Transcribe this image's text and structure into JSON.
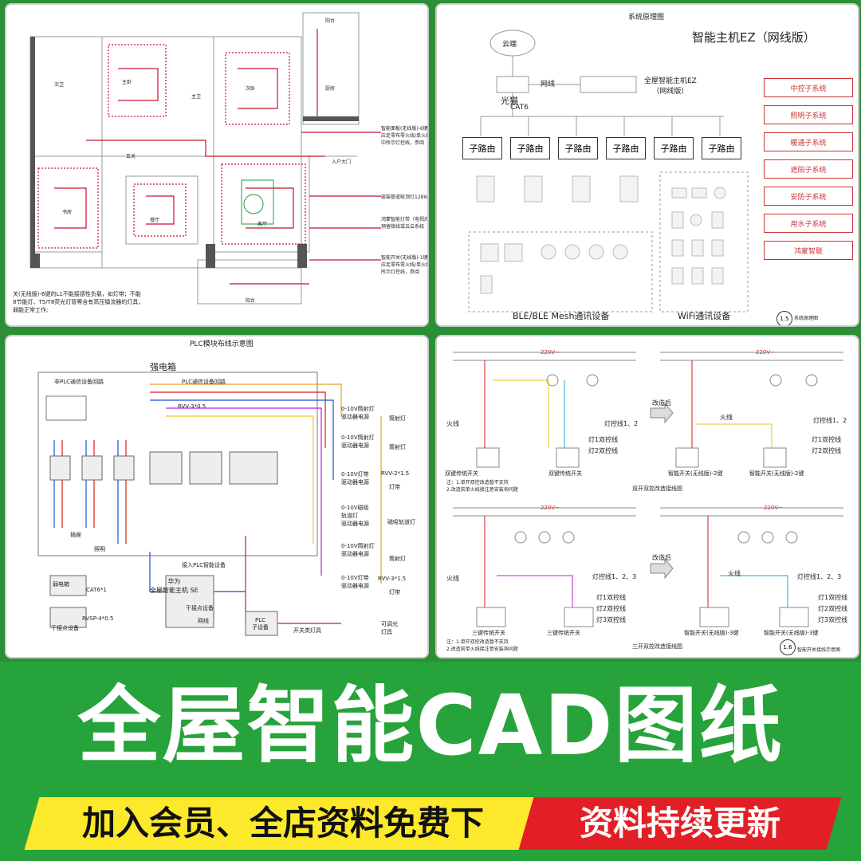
{
  "panel1": {
    "annotation1": "智能面板(无线版)-6键：\n应走零布零火线/单火线+\n中所示灯控线，参阅",
    "annotation2": "嵌装管道吸顶灯128W",
    "annotation3": "鸿蒙智能灯带（电视后灯带\n预留接线或云云系统",
    "annotation4": "智能开关(无线版)-1键：\n应走零布零火线/单火线+\n所示灯控线，参阅",
    "note": "关(无线版)-6键的L1不能接感性负载，如灯带；不能\n8节能灯、T5/T8荧光灯管等含有高压镇流器的灯具，\n弱能正常工作;",
    "rooms": [
      "阳台",
      "主卧",
      "次卧",
      "客厅",
      "书房",
      "餐厅",
      "玄关",
      "主卫",
      "次卫",
      "厨房",
      "入户大门",
      "阳台"
    ]
  },
  "panel2": {
    "title": "系统原理图",
    "heading": "智能主机EZ（网线版）",
    "cloud": "云端",
    "modem": "光猫",
    "net_label": "网线",
    "cat6": "CAT6",
    "host_label": "全屋智能主机EZ\n（网线版）",
    "router_label": "子路由",
    "subsystems": [
      "中控子系统",
      "照明子系统",
      "暖通子系统",
      "遮阳子系统",
      "安防子系统",
      "用水子系统",
      "鸿蒙智联"
    ],
    "ble_label": "BLE/BLE Mesh通讯设备",
    "wifi_label": "WiFi通讯设备",
    "page_no": "1.5",
    "page_caption": "系统原理图"
  },
  "panel3": {
    "title": "PLC模块布线示意图",
    "box": "强电箱",
    "non_plc": "非PLC通信设备回路",
    "plc_loop": "PLC通信设备回路",
    "outlet": "插座",
    "lighting": "照明",
    "rvv05": "RVV-3*0.5",
    "drivers": [
      "0-10V筒射灯\n驱动器电源",
      "0-10V筒射灯\n驱动器电源",
      "0-10V灯带\n驱动器电源",
      "0-10V磁吸\n轨道灯\n驱动器电源",
      "0-10V筒射灯\n驱动器电源",
      "0-10V灯带\n驱动器电源"
    ],
    "loads": [
      "筒射灯",
      "筒射灯",
      "灯带",
      "磁吸轨道灯",
      "筒射灯",
      "灯带"
    ],
    "rvv15a": "RVV-2*1.5",
    "rvv15b": "RVV-3*1.5",
    "access": "接入PLC智能设备",
    "host": "华为\n全屋智能主机 SE",
    "dry_device": "干接点设备",
    "weak_box": "弱电箱",
    "cat6": "CAT6*1",
    "net": "网线",
    "rvsp": "RVSP-4*0.5",
    "dry_contact": "干接点设备",
    "plc_sub": "PLC\n子设备",
    "switch_lamp": "开关类灯具",
    "dimmable": "可调光\n灯具"
  },
  "panel4": {
    "voltage": "220V~",
    "fire": "火线",
    "after": "改造后",
    "ctrl2": "灯控线1、2",
    "ctrl3": "灯控线1、2、3",
    "lamp1": "灯1双控线",
    "lamp2": "灯2双控线",
    "lamp3": "灯3双控线",
    "trad2": "双键传统开关",
    "smart2": "智能开关(无线版)-2键",
    "trad3": "三键传统开关",
    "smart3": "智能开关(无线版)-3键",
    "notes": "注：1.单开双控改造暂不支持\n2.改造前单火线接注意安装询问题",
    "cap2": "双开双控改造接线图",
    "cap3": "三开双控改造接线图",
    "page_no": "1.6",
    "page_caption": "智能开关接线示意图"
  },
  "banner": {
    "main": "全屋智能CAD图纸",
    "left": "加入会员、全店资料免费下",
    "right": "资料持续更新"
  }
}
